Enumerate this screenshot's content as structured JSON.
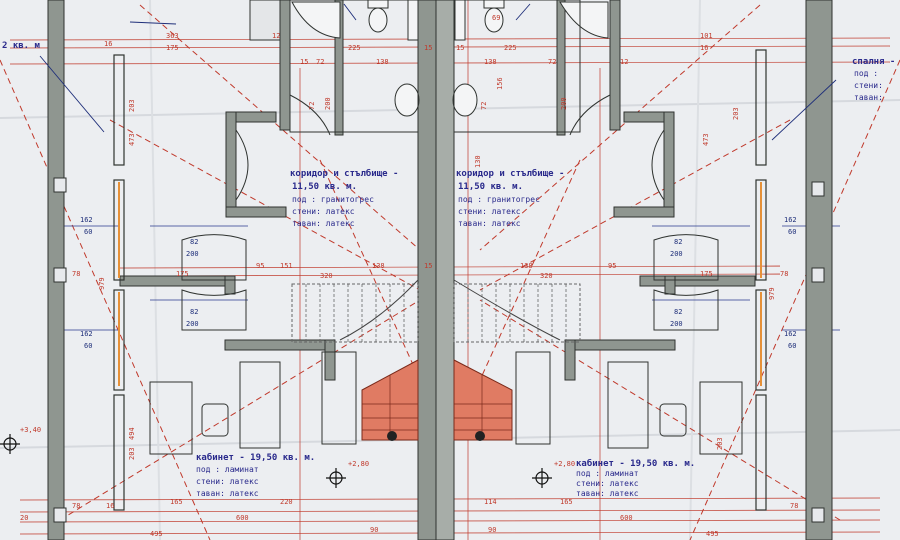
{
  "rooms": [
    {
      "id": "corridor-left",
      "title": "коридор и стълбище -",
      "area": "11,50 кв. м.",
      "floor": "под : гранитогрес",
      "walls": "стени: латекс",
      "ceiling": "таван: латекс"
    },
    {
      "id": "corridor-right",
      "title": "коридор и стълбище -",
      "area": "11,50 кв. м.",
      "floor": "под : гранитогрес",
      "walls": "стени: латекс",
      "ceiling": "таван: латекс"
    },
    {
      "id": "office-left",
      "title": "кабинет - 19,50 кв. м.",
      "floor": "под : ламинат",
      "walls": "стени: латекс",
      "ceiling": "таван: латекс"
    },
    {
      "id": "office-right",
      "title": "кабинет - 19,50 кв. м.",
      "floor": "под : ламинат",
      "walls": "стени: латекс",
      "ceiling": "таван: латекс"
    },
    {
      "id": "bedroom-right",
      "title": "спалня -",
      "floor": "под :",
      "walls": "стени:",
      "ceiling": "таван:"
    }
  ],
  "edge_left_label": "2 кв. м",
  "elevations": {
    "left": "+3,40",
    "mid_left": "+2,80",
    "mid_right": "+2,80"
  },
  "dims": {
    "d363": "363",
    "d175": "175",
    "d16": "16",
    "d12": "12",
    "d225": "225",
    "d15": "15",
    "d72": "72",
    "d138": "138",
    "d200": "200",
    "d203": "203",
    "d473": "473",
    "d162": "162",
    "d60": "60",
    "d82": "82",
    "d95": "95",
    "d151": "151",
    "d320": "320",
    "d979": "979",
    "d494": "494",
    "d220": "220",
    "d114": "114",
    "d165": "165",
    "d600": "600",
    "d495": "495",
    "d90": "90",
    "d130": "130",
    "d156": "156",
    "d78": "78",
    "d101": "101",
    "d20": "20",
    "d69": "69"
  }
}
